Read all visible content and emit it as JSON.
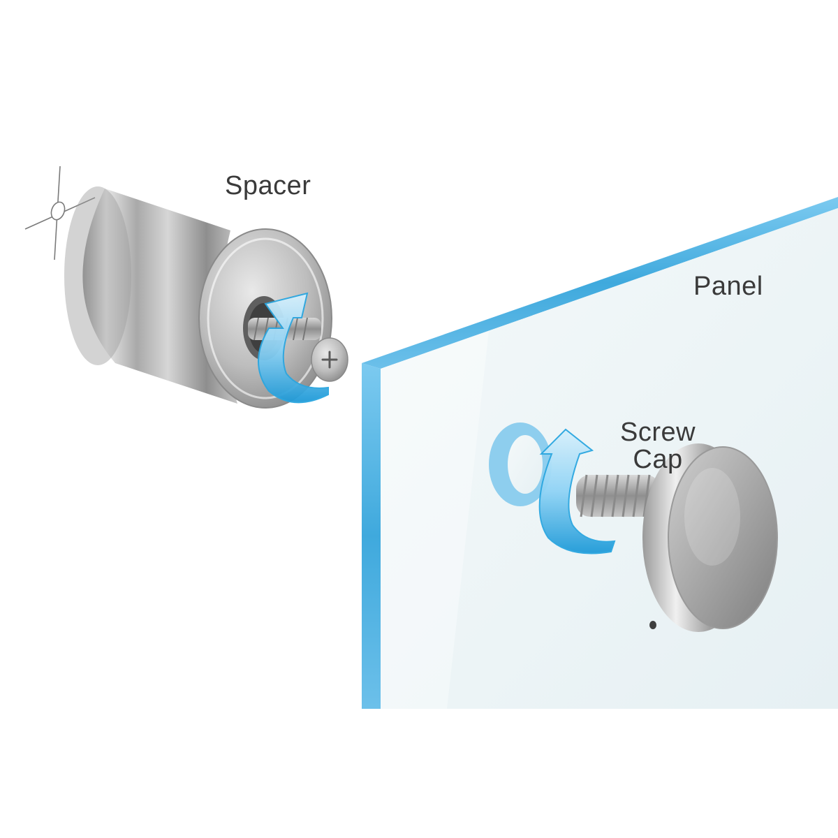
{
  "labels": {
    "spacer": "Spacer",
    "panel": "Panel",
    "screw_cap_line1": "Screw",
    "screw_cap_line2": "Cap"
  },
  "colors": {
    "background": "#ffffff",
    "panel_edge": "#4fb3e3",
    "panel_face": "#eef6f8",
    "arrow": "#2aa6e0",
    "chrome": "#b9b9b9",
    "label_text": "#3a3a3a"
  },
  "icons": {
    "mounting_hole": "mounting-hole-icon",
    "rotation_arrow": "rotation-arrow-icon"
  }
}
